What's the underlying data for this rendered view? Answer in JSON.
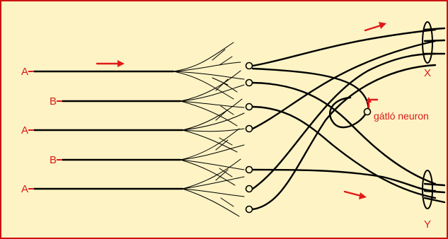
{
  "colors": {
    "background": "#fdf3c4",
    "frame": "#cc1111",
    "label": "#d91c1c",
    "line": "#000000"
  },
  "inputs": [
    {
      "label": "A"
    },
    {
      "label": "B"
    },
    {
      "label": "A"
    },
    {
      "label": "B"
    },
    {
      "label": "A"
    }
  ],
  "outputs": [
    {
      "label": "X"
    },
    {
      "label": "Y"
    }
  ],
  "inhibitory_neuron": {
    "label": "gátló neuron"
  }
}
